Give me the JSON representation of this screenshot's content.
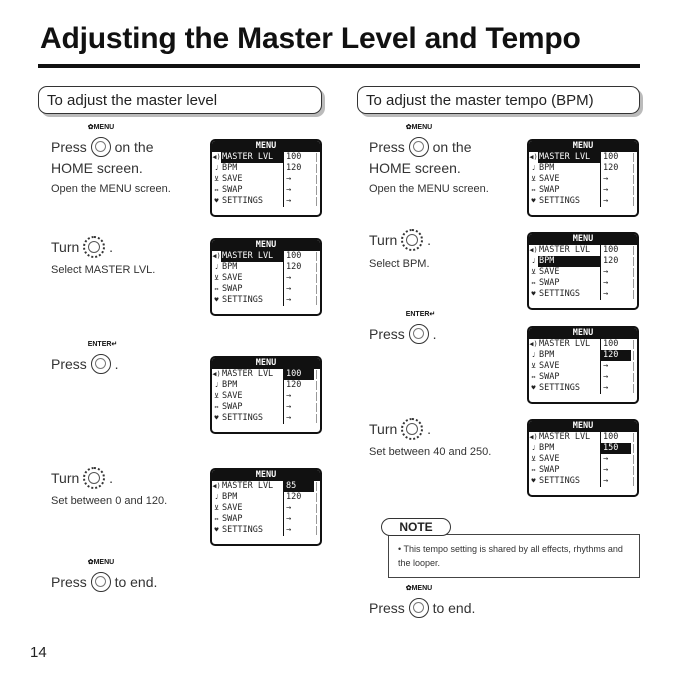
{
  "page": {
    "title": "Adjusting the Master Level and Tempo",
    "page_number": "14"
  },
  "menu_label": "MENU",
  "enter_label": "ENTER",
  "left": {
    "header": "To adjust the master level",
    "steps": [
      {
        "pre": "Press",
        "post": "on the",
        "line2": "HOME screen.",
        "sub": "Open the MENU screen."
      },
      {
        "pre": "Turn",
        "post": ".",
        "sub": "Select MASTER LVL."
      },
      {
        "pre": "Press",
        "post": "."
      },
      {
        "pre": "Turn",
        "post": ".",
        "sub": "Set between 0 and 120."
      },
      {
        "pre": "Press",
        "post": "to end."
      }
    ]
  },
  "right": {
    "header": "To adjust the master tempo (BPM)",
    "steps": [
      {
        "pre": "Press",
        "post": "on the",
        "line2": "HOME screen.",
        "sub": "Open the MENU screen."
      },
      {
        "pre": "Turn",
        "post": ".",
        "sub": "Select BPM."
      },
      {
        "pre": "Press",
        "post": "."
      },
      {
        "pre": "Turn",
        "post": ".",
        "sub": "Set between 40 and 250."
      },
      {
        "pre": "Press",
        "post": "to end."
      }
    ],
    "note_label": "NOTE",
    "note_text": "• This tempo setting is shared by all effects, rhythms and the looper."
  },
  "lcd": {
    "header": "MENU",
    "names": [
      "MASTER LVL",
      "BPM",
      "SAVE",
      "SWAP",
      "SETTINGS"
    ],
    "arrow": "→",
    "icons": [
      "volume-icon",
      "note-icon",
      "save-icon",
      "swap-icon",
      "settings-icon"
    ]
  },
  "screens": {
    "l1": {
      "values": [
        "100",
        "120"
      ]
    },
    "l2": {
      "values": [
        "100",
        "120"
      ]
    },
    "l3": {
      "values": [
        "100",
        "120"
      ]
    },
    "l4": {
      "values": [
        "85",
        "120"
      ]
    },
    "r1": {
      "values": [
        "100",
        "120"
      ]
    },
    "r2": {
      "values": [
        "100",
        "120"
      ]
    },
    "r3": {
      "values": [
        "100",
        "120"
      ]
    },
    "r4": {
      "values": [
        "100",
        "150"
      ]
    }
  }
}
